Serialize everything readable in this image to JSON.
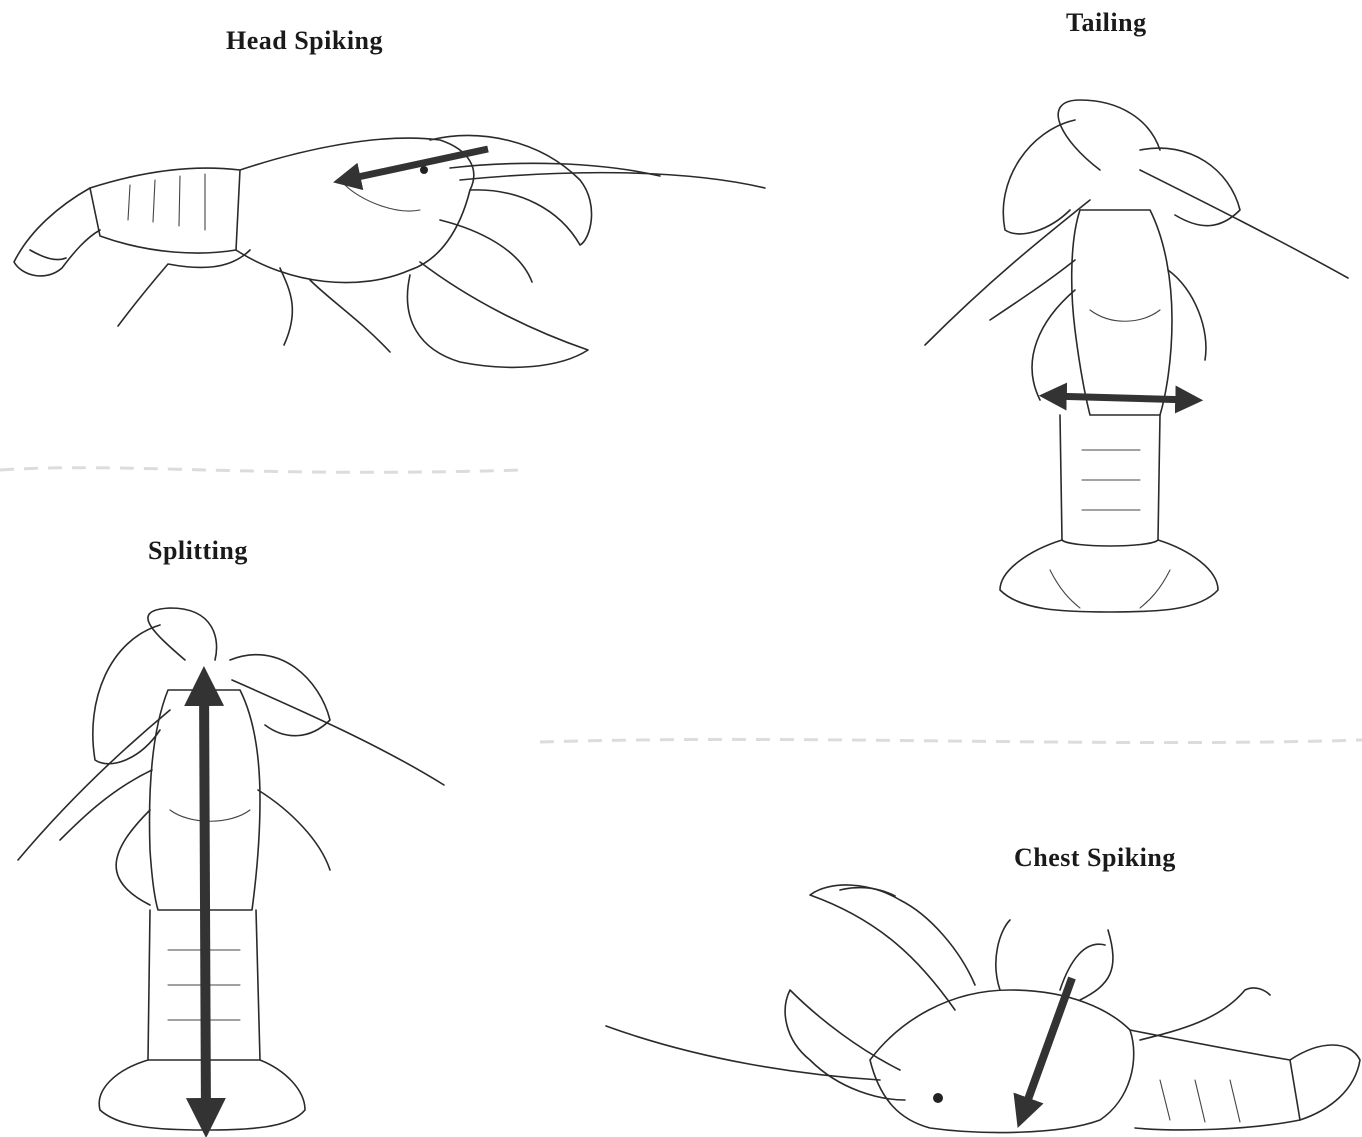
{
  "panels": {
    "head_spiking": {
      "title": "Head  Spiking"
    },
    "tailing": {
      "title": "Tailing"
    },
    "splitting": {
      "title": "Splitting"
    },
    "chest_spiking": {
      "title": "Chest  Spiking"
    }
  },
  "colors": {
    "line": "#2a2a2a",
    "arrow": "#333333",
    "background": "#ffffff"
  }
}
